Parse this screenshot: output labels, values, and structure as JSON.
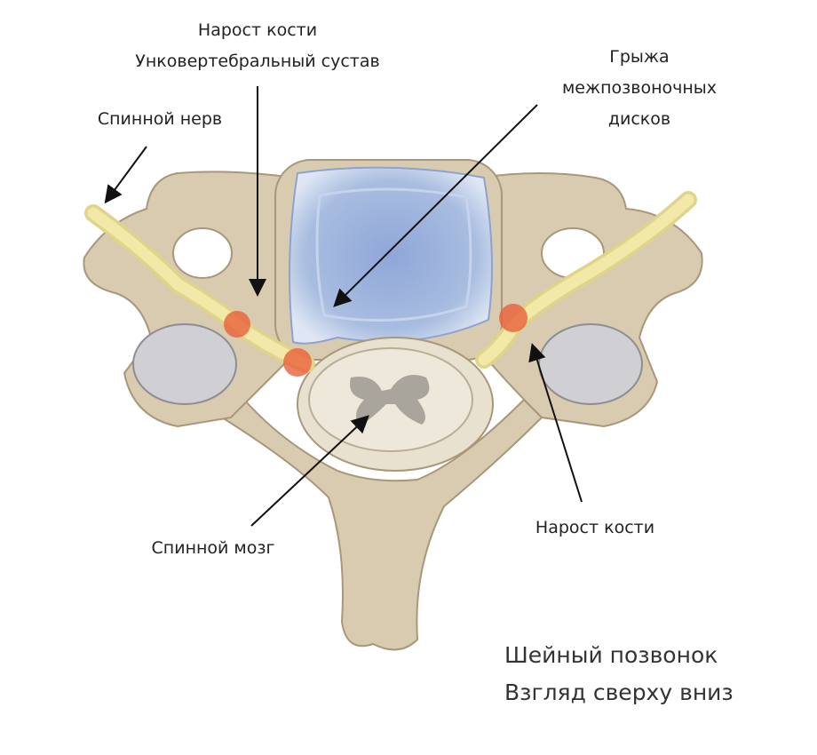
{
  "labels": {
    "bone_spur_top": "Нарост кости",
    "uncovertebral_joint": "Унковертебральный сустав",
    "herniated_disc_line1": "Грыжа",
    "herniated_disc_line2": "межпозвоночных",
    "herniated_disc_line3": "дисков",
    "spinal_nerve": "Спинной нерв",
    "spinal_cord": "Спинной мозг",
    "bone_spur_right": "Нарост кости"
  },
  "caption": {
    "line1": "Шейный позвонок",
    "line2": "Взгляд сверху вниз"
  },
  "colors": {
    "bone": "#d9cbb0",
    "bone_edge": "#a8977a",
    "disc": "#9fb4dc",
    "nerve": "#efe39a",
    "inflammation": "#e8603a"
  }
}
